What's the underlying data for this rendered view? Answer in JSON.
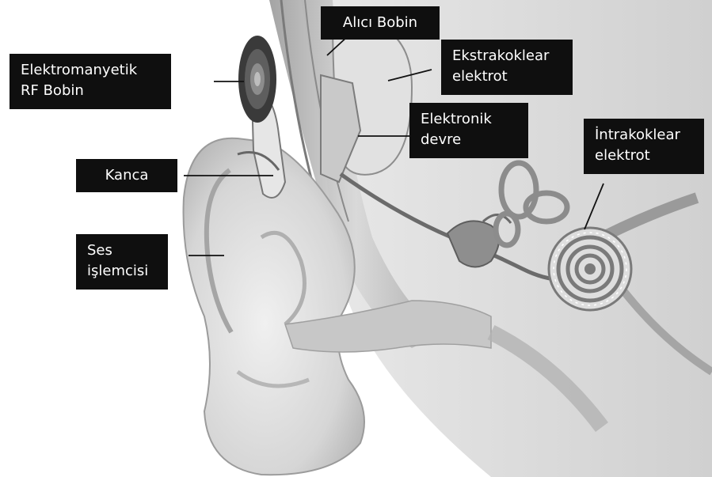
{
  "labels": {
    "alici_bobin": "Alıcı Bobin",
    "rf_bobin": [
      "Elektromanyetik",
      "RF Bobin"
    ],
    "ekstrakoklear": [
      "Ekstrakoklear",
      "elektrot"
    ],
    "elektronik": [
      "Elektronik",
      "devre"
    ],
    "intrakoklear": [
      "İntrakoklear",
      "elektrot"
    ],
    "kanca": "Kanca",
    "ses_islemcisi": [
      "Ses",
      "işlemcisi"
    ]
  },
  "colors": {
    "label_bg": "#0f0f0f",
    "label_text": "#ffffff",
    "background": "#ffffff"
  }
}
